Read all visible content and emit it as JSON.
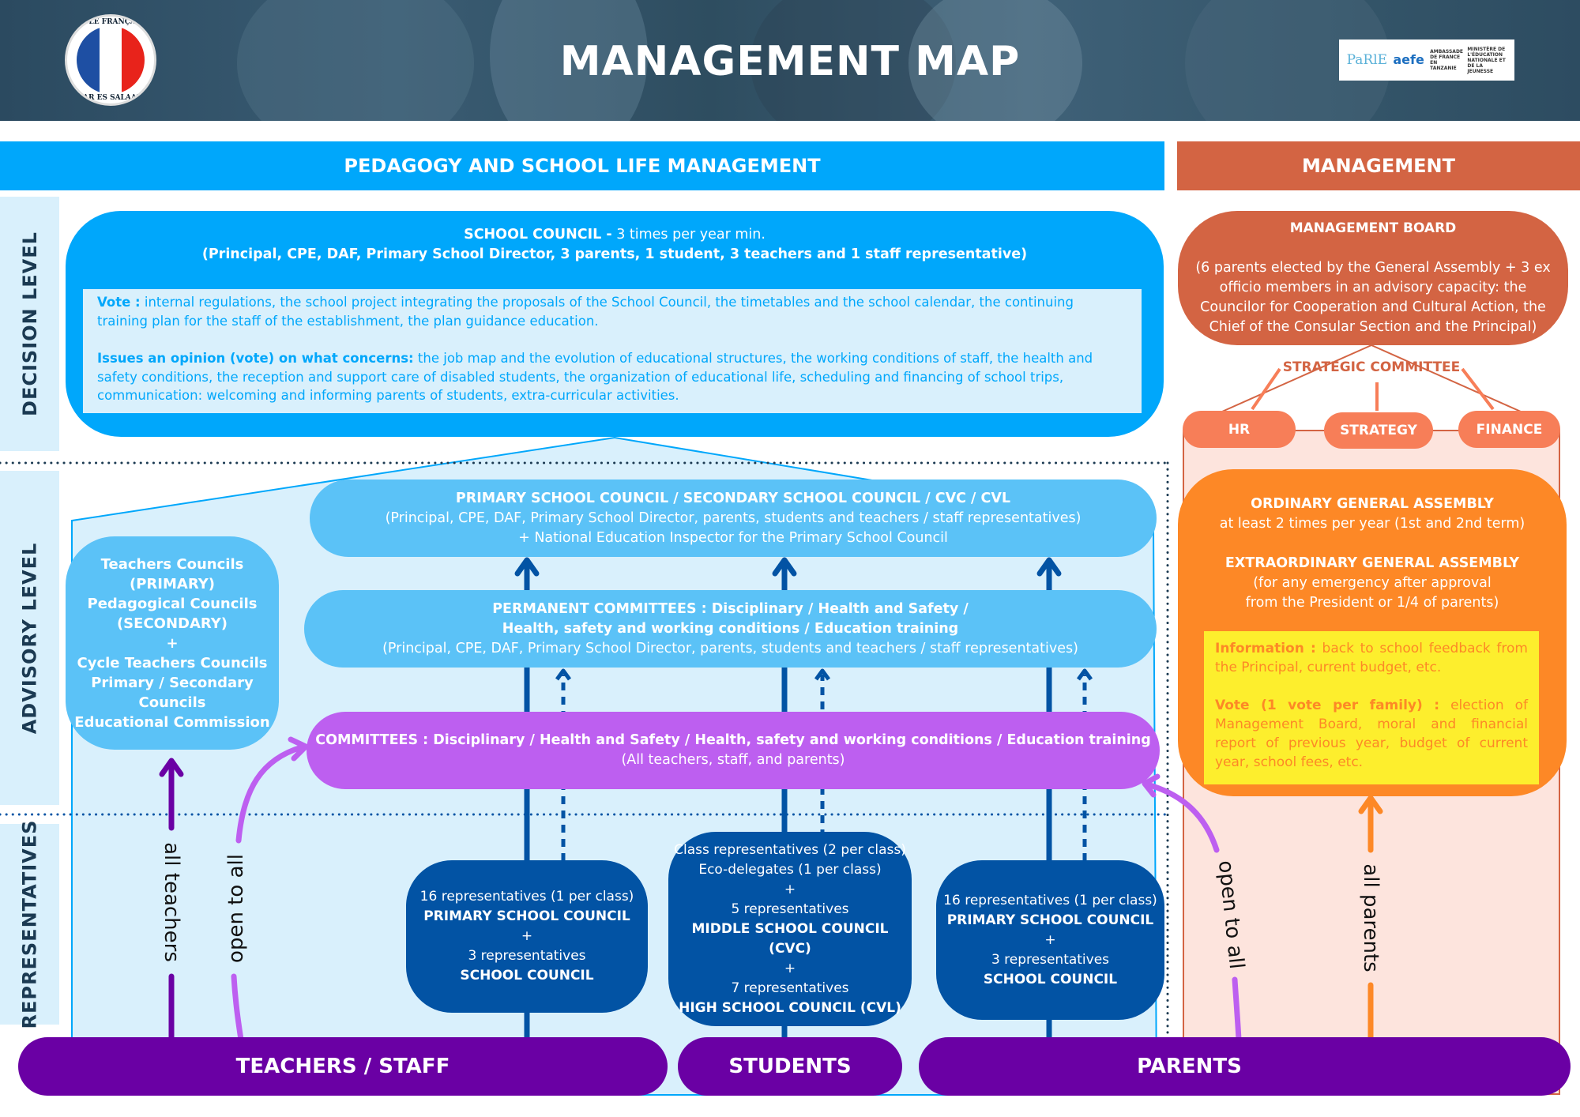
{
  "header": {
    "title": "MANAGEMENT MAP",
    "logo": {
      "top_text": "ÉCOLE FRANÇAISE",
      "bottom_text": "DAR ES SALAAM"
    },
    "partners": {
      "parle": "PaRlE",
      "aefe": "aefe",
      "embassy": "AMBASSADE DE FRANCE EN TANZANIE",
      "ministry": "MINISTÈRE DE L'ÉDUCATION NATIONALE ET DE LA JEUNESSE"
    }
  },
  "sections": {
    "pedagogy": "PEDAGOGY AND SCHOOL LIFE MANAGEMENT",
    "management": "MANAGEMENT"
  },
  "levels": {
    "decision": "DECISION LEVEL",
    "advisory": "ADVISORY LEVEL",
    "representatives": "REPRESENTATIVES"
  },
  "school_council": {
    "title": "SCHOOL COUNCIL -",
    "frequency": " 3 times per year min.",
    "members": "(Principal, CPE, DAF, Primary School Director, 3 parents, 1 student, 3 teachers  and 1 staff representative)",
    "vote_label": "Vote :",
    "vote_text": " internal regulations, the school project integrating the proposals of the School Council, the timetables and the school calendar, the continuing training plan for the staff of the establishment, the plan guidance education.",
    "opinion_label": "Issues an opinion (vote) on what concerns:",
    "opinion_text": " the job map and the evolution of educational structures, the working conditions of staff, the health and safety conditions, the reception and support care of disabled students, the organization of educational life, scheduling and financing of school trips, communication: welcoming and informing parents of students, extra-curricular activities."
  },
  "teachers_councils": {
    "lines": [
      "Teachers Councils",
      "(PRIMARY)",
      "Pedagogical Councils",
      "(SECONDARY)",
      "+",
      "Cycle Teachers Councils",
      "Primary / Secondary",
      "Councils",
      "Educational Commission"
    ]
  },
  "primary_secondary_council": {
    "title": "PRIMARY SCHOOL COUNCIL / SECONDARY SCHOOL COUNCIL / CVC / CVL",
    "members": "(Principal, CPE, DAF, Primary School Director, parents, students and teachers / staff representatives)",
    "extra": "+ National Education Inspector for the Primary School Council"
  },
  "permanent_committees": {
    "title1": "PERMANENT COMMITTEES : Disciplinary / Health and Safety /",
    "title2": "Health, safety and working conditions / Education training",
    "members": "(Principal, CPE, DAF, Primary School Director, parents, students and teachers / staff representatives)"
  },
  "committees": {
    "title": "COMMITTEES : Disciplinary / Health and Safety / Health, safety and working conditions / Education training",
    "members": "(All teachers, staff, and parents)"
  },
  "representatives": {
    "teachers": [
      "16 representatives (1 per class)",
      "PRIMARY SCHOOL COUNCIL",
      "+",
      "3 representatives",
      "SCHOOL COUNCIL"
    ],
    "students": [
      "Class representatives (2 per class)",
      "Eco-delegates  (1 per class)",
      "+",
      "5 representatives",
      "MIDDLE SCHOOL COUNCIL (CVC)",
      "+",
      "7 representatives",
      "HIGH SCHOOL COUNCIL (CVL)"
    ],
    "parents": [
      "16 representatives (1 per class)",
      "PRIMARY SCHOOL COUNCIL",
      "+",
      "3 representatives",
      "SCHOOL COUNCIL"
    ]
  },
  "arrow_labels": {
    "all_teachers": "all teachers",
    "open_to_all_left": "open to all",
    "open_to_all_right": "open to all",
    "all_parents": "all parents"
  },
  "groups": {
    "teachers_staff": "TEACHERS / STAFF",
    "students": "STUDENTS",
    "parents": "PARENTS"
  },
  "management_board": {
    "title": "MANAGEMENT BOARD",
    "description": "(6 parents elected by the General Assembly + 3 ex officio members in an advisory capacity: the Councilor for Cooperation and Cultural Action, the Chief of the Consular Section and the Principal)"
  },
  "strategic_committee": {
    "title": "STRATEGIC COMMITTEE",
    "hr": "HR",
    "strategy": "STRATEGY",
    "finance": "FINANCE"
  },
  "general_assembly": {
    "ordinary_title": "ORDINARY GENERAL ASSEMBLY",
    "ordinary_text": "at least 2 times per year (1st and 2nd term)",
    "extraordinary_title": "EXTRAORDINARY GENERAL ASSEMBLY",
    "extraordinary_text1": "(for any emergency after approval",
    "extraordinary_text2": "from the President or 1/4 of parents)",
    "info_label": "Information :",
    "info_text": " back to school feedback from the Principal, current budget, etc.",
    "vote_label": "Vote (1 vote per family) :",
    "vote_text": " election of Management Board, moral and financial report of previous year, budget of current year, school fees, etc."
  },
  "colors": {
    "pedagogy_blue": "#00a7fb",
    "light_blue": "#5bc2f7",
    "pale_blue": "#d9f0fc",
    "navy": "#0253a4",
    "violet": "#bd5ff0",
    "purple": "#6a00a4",
    "management_orange": "#d36443",
    "salmon": "#f77e58",
    "orange": "#fd8826",
    "yellow": "#fdee2d",
    "pale_salmon": "#fde4dd"
  }
}
